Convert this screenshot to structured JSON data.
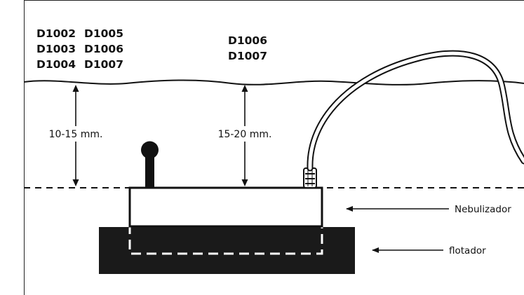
{
  "models": {
    "left": {
      "col1": [
        "D1002",
        "D1003",
        "D1004"
      ],
      "col2": [
        "D1005",
        "D1006",
        "D1007"
      ]
    },
    "right": [
      "D1006",
      "D1007"
    ]
  },
  "dimensions": {
    "left": "10-15 mm.",
    "right": "15-20 mm."
  },
  "labels": {
    "nebulizer": "Nebulizador",
    "float": "flotador"
  }
}
